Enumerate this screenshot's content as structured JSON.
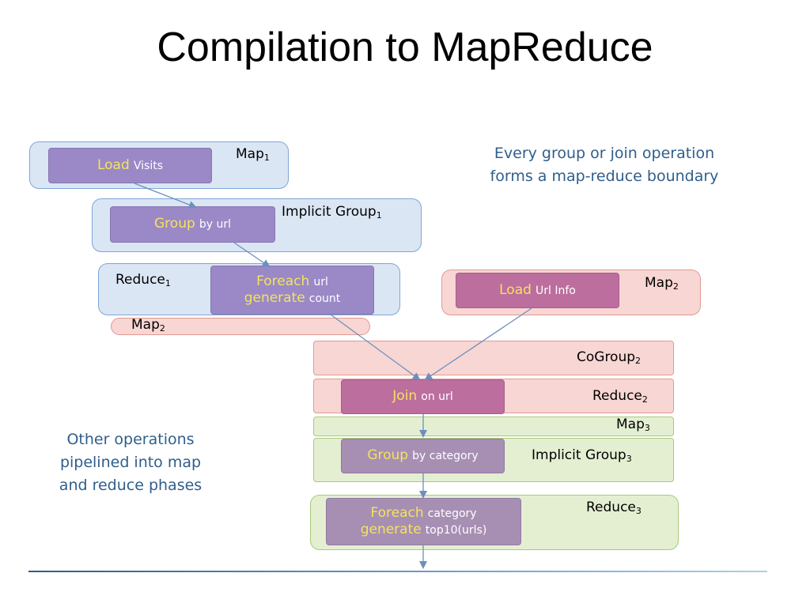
{
  "title": "Compilation to MapReduce",
  "note_top": [
    "Every group or join operation",
    "forms a map-reduce boundary"
  ],
  "note_left": [
    "Other operations",
    "pipelined into map",
    "and reduce phases"
  ],
  "labels": {
    "map1": {
      "text": "Map",
      "sub": "1"
    },
    "implicit_group1": {
      "text": "Implicit Group",
      "sub": "1"
    },
    "reduce1": {
      "text": "Reduce",
      "sub": "1"
    },
    "map2_left": {
      "text": "Map",
      "sub": "2"
    },
    "map2_right": {
      "text": "Map",
      "sub": "2"
    },
    "cogroup2": {
      "text": "CoGroup",
      "sub": "2"
    },
    "reduce2": {
      "text": "Reduce",
      "sub": "2"
    },
    "map3": {
      "text": "Map",
      "sub": "3"
    },
    "implicit_group3": {
      "text": "Implicit Group",
      "sub": "3"
    },
    "reduce3": {
      "text": "Reduce",
      "sub": "3"
    }
  },
  "ops": {
    "load_visits": {
      "kw": "Load",
      "arg": "Visits"
    },
    "group_url": {
      "kw": "Group",
      "arg": "by url"
    },
    "foreach_url": {
      "kw1": "Foreach",
      "arg1": "url",
      "kw2": "generate",
      "arg2": "count"
    },
    "load_urlinfo": {
      "kw": "Load",
      "arg": "Url Info"
    },
    "join_url": {
      "kw": "Join",
      "arg": "on url"
    },
    "group_category": {
      "kw": "Group",
      "arg": "by category"
    },
    "foreach_category": {
      "kw1": "Foreach",
      "arg1": "category",
      "kw2": "generate",
      "arg2": "top10(urls)"
    }
  },
  "colors": {
    "arrow": "#6d8fbd",
    "bottom_rule": "#2e5a8c"
  }
}
